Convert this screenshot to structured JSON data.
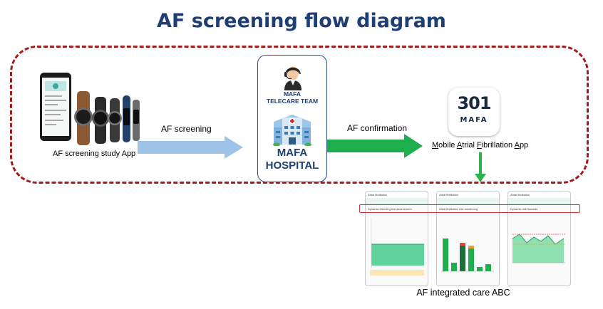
{
  "title": "AF screening flow diagram",
  "nodes": {
    "study_app": {
      "label": "AF screening study App"
    },
    "telecare": {
      "line1": "MAFA",
      "line2": "TELECARE TEAM"
    },
    "hospital": {
      "line1": "MAFA",
      "line2": "HOSPITAL"
    },
    "mafa_app": {
      "logo_number": "301",
      "logo_text": "MAFA",
      "label_parts": [
        "M",
        "obile ",
        "A",
        "trial ",
        "F",
        "ibrillation ",
        "A",
        "pp"
      ]
    }
  },
  "edges": {
    "screening": {
      "label": "AF  screening"
    },
    "confirmation": {
      "label": "AF  confirmation"
    }
  },
  "integrated_care": {
    "label": "AF  integrated care ABC"
  },
  "phones": [
    {
      "header": "Atrial fibrillation",
      "card_title": "Dynamic bleeding risk assessment"
    },
    {
      "header": "Atrial fibrillation",
      "card_title": "Atrial fibrillation risk monitoring"
    },
    {
      "header": "Atrial fibrillation",
      "card_title": "Dynamic risk hazards"
    }
  ],
  "colors": {
    "title": "#1f3f74",
    "dashed_border": "#a51a1a",
    "screening_arrow": "#9fc3e7",
    "confirmation_arrow": "#1fae4e",
    "down_arrow": "#2bb24c",
    "mafa_box_border": "#2c4a86",
    "highlight_box": "#d03030"
  },
  "icons": [
    "smartwatch-icon",
    "operator-headset-icon",
    "hospital-building-icon",
    "mafa-logo-icon"
  ]
}
